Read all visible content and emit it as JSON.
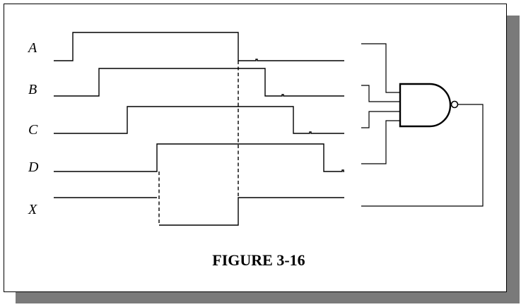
{
  "figure": {
    "caption": "FIGURE 3-16"
  },
  "signals": [
    {
      "name": "A"
    },
    {
      "name": "B"
    },
    {
      "name": "C"
    },
    {
      "name": "D"
    },
    {
      "name": "X"
    }
  ],
  "gate": {
    "type": "NAND",
    "inputs": [
      "A",
      "B",
      "C",
      "D"
    ],
    "output": "X"
  },
  "colors": {
    "ink": "#000000",
    "paper": "#ffffff",
    "shadow": "#7a7a7a"
  }
}
